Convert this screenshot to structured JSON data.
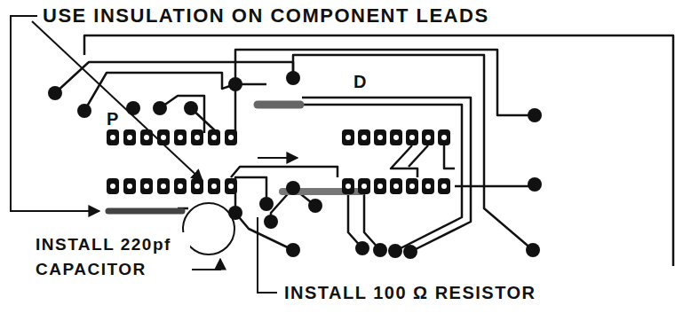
{
  "diagram": {
    "labels": [
      "USE INSULATION ON COMPONENT LEADS",
      "P",
      "D",
      "INSTALL 220pf CAPACITOR",
      "INSTALL 100 Ω RESISTOR"
    ]
  }
}
